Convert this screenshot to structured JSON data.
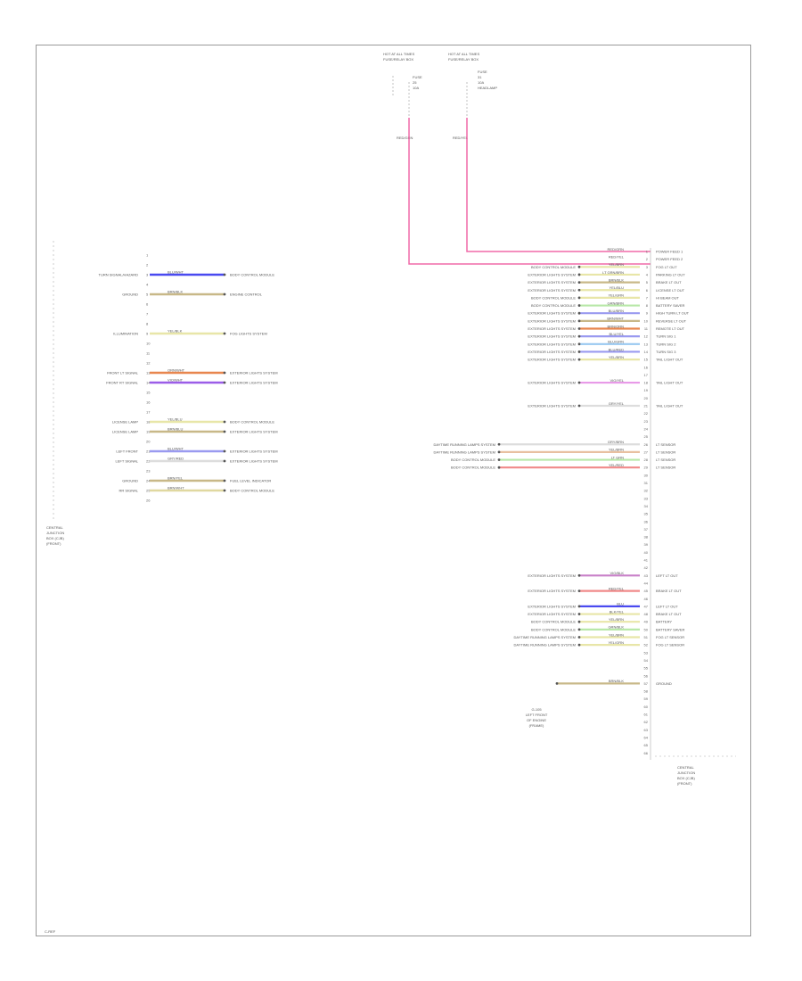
{
  "footer": {
    "code": "C-REF"
  },
  "top_block": {
    "left_header": "HOT AT ALL TIMES",
    "right_header": "HOT AT ALL TIMES",
    "left_sub": "FUSE/RELAY BOX",
    "right_sub": "FUSE/RELAY BOX",
    "left_lines": [
      "FUSE",
      "25",
      "10A"
    ],
    "right_lines": [
      "FUSE",
      "31",
      "10A",
      "HEADLAMP"
    ],
    "left_wire": "RED/GRN",
    "right_wire": "RED/YEL"
  },
  "left_connector": {
    "caption": [
      "CENTRAL",
      "JUNCTION",
      "BOX (CJB)",
      "(FRONT)"
    ],
    "pins": [
      "1",
      "2",
      "3",
      "4",
      "5",
      "6",
      "7",
      "8",
      "9",
      "10",
      "11",
      "12",
      "13",
      "14",
      "15",
      "16",
      "17",
      "18",
      "19",
      "20",
      "21",
      "22",
      "23",
      "24",
      "25",
      "26"
    ],
    "circuits": [
      {
        "pin": "3",
        "left": "TURN SIGNAL/HAZARD",
        "wire": "BLU/WHT",
        "color": "#4a4af0",
        "right": "BODY CONTROL MODULE"
      },
      {
        "pin": "5",
        "left": "GROUND",
        "wire": "BRN/BLK",
        "color": "#c8b888",
        "right": "ENGINE CONTROL"
      },
      {
        "pin": "9",
        "left": "ILLUMINATION",
        "wire": "YEL/BLK",
        "color": "#e8e6a8",
        "right": "FOG LIGHTS SYSTEM"
      },
      {
        "pin": "13",
        "left": "FRONT LT SIGNAL",
        "wire": "ORN/WHT",
        "color": "#e8864e",
        "right": "EXTERIOR LIGHTS SYSTEM"
      },
      {
        "pin": "14",
        "left": "FRONT RT SIGNAL",
        "wire": "VIO/WHT",
        "color": "#9b5de8",
        "right": "EXTERIOR LIGHTS SYSTEM"
      },
      {
        "pin": "18",
        "left": "LICENSE LAMP",
        "wire": "YEL/BLU",
        "color": "#e8e6a8",
        "right": "BODY CONTROL MODULE"
      },
      {
        "pin": "19",
        "left": "LICENSE LAMP",
        "wire": "BRN/BLU",
        "color": "#c8b888",
        "right": "EXTERIOR LIGHTS SYSTEM"
      },
      {
        "pin": "21",
        "left": "LEFT FRONT",
        "wire": "BLU/WHT",
        "color": "#9a9af0",
        "right": "EXTERIOR LIGHTS SYSTEM"
      },
      {
        "pin": "22",
        "left": "LEFT SIGNAL",
        "wire": "GRY/RED",
        "color": "#dddddd",
        "right": "EXTERIOR LIGHTS SYSTEM"
      },
      {
        "pin": "24",
        "left": "GROUND",
        "wire": "BRN/YEL",
        "color": "#c8b888",
        "right": "FUEL LEVEL INDICATOR"
      },
      {
        "pin": "25",
        "left": "RR SIGNAL",
        "wire": "BRN/WHT",
        "color": "#e0d8a0",
        "right": "BODY CONTROL MODULE"
      }
    ]
  },
  "right_connector": {
    "caption": [
      "CENTRAL",
      "JUNCTION",
      "BOX (CJB)",
      "(FRONT)"
    ],
    "pins": [
      "1",
      "2",
      "3",
      "4",
      "5",
      "6",
      "7",
      "8",
      "9",
      "10",
      "11",
      "12",
      "13",
      "14",
      "15",
      "16",
      "17",
      "18",
      "19",
      "20",
      "21",
      "22",
      "23",
      "24",
      "25",
      "26",
      "27",
      "28",
      "29",
      "30",
      "31",
      "32",
      "33",
      "34",
      "35",
      "36",
      "37",
      "38",
      "39",
      "40",
      "41",
      "42",
      "43",
      "44",
      "45",
      "46",
      "47",
      "48",
      "49",
      "50",
      "51",
      "52",
      "53",
      "54",
      "55",
      "56",
      "57",
      "58",
      "59",
      "60",
      "61",
      "62",
      "63",
      "64",
      "65",
      "66"
    ],
    "circuits": [
      {
        "pin": "1",
        "left": "",
        "wire": "RED/GRN",
        "color": "#f06aa8",
        "right": "POWER FEED 1"
      },
      {
        "pin": "2",
        "left": "",
        "wire": "RED/YEL",
        "color": "#f06aa8",
        "right": "POWER FEED 2"
      },
      {
        "pin": "3",
        "left": "BODY CONTROL MODULE",
        "wire": "YEL/BRN",
        "color": "#e8e6a8",
        "right": "FOG LT OUT"
      },
      {
        "pin": "4",
        "left": "EXTERIOR LIGHTS SYSTEM",
        "wire": "LT GRN/BRN",
        "color": "#e8e6a8",
        "right": "PARKING LT OUT"
      },
      {
        "pin": "5",
        "left": "EXTERIOR LIGHTS SYSTEM",
        "wire": "BRN/BLK",
        "color": "#c8b888",
        "right": "BRAKE LT OUT"
      },
      {
        "pin": "6",
        "left": "EXTERIOR LIGHTS SYSTEM",
        "wire": "YEL/BLU",
        "color": "#e8e6a8",
        "right": "LICENSE LT OUT"
      },
      {
        "pin": "7",
        "left": "BODY CONTROL MODULE",
        "wire": "YEL/GRN",
        "color": "#e8e6a8",
        "right": "HI BEAM OUT"
      },
      {
        "pin": "8",
        "left": "BODY CONTROL MODULE",
        "wire": "GRN/BRN",
        "color": "#b8e8a8",
        "right": "BATTERY SAVER"
      },
      {
        "pin": "9",
        "left": "EXTERIOR LIGHTS SYSTEM",
        "wire": "BLU/BRN",
        "color": "#9a9af0",
        "right": "HIGH TURN LT OUT"
      },
      {
        "pin": "10",
        "left": "EXTERIOR LIGHTS SYSTEM",
        "wire": "BRN/WHT",
        "color": "#c8b888",
        "right": "REVERSE LT OUT"
      },
      {
        "pin": "11",
        "left": "EXTERIOR LIGHTS SYSTEM",
        "wire": "BRN/ORN",
        "color": "#e8864e",
        "right": "REMOTE LT OUT"
      },
      {
        "pin": "12",
        "left": "EXTERIOR LIGHTS SYSTEM",
        "wire": "BLU/YEL",
        "color": "#9a9af0",
        "right": "TURN SIG 1"
      },
      {
        "pin": "13",
        "left": "EXTERIOR LIGHTS SYSTEM",
        "wire": "BLU/GRN",
        "color": "#9ac8f0",
        "right": "TURN SIG 2"
      },
      {
        "pin": "14",
        "left": "EXTERIOR LIGHTS SYSTEM",
        "wire": "BLU/RED",
        "color": "#9a9af0",
        "right": "TURN SIG 3"
      },
      {
        "pin": "15",
        "left": "EXTERIOR LIGHTS SYSTEM",
        "wire": "YEL/BRN",
        "color": "#e8e6a8",
        "right": "TAIL LIGHT OUT"
      },
      {
        "pin": "18",
        "left": "EXTERIOR LIGHTS SYSTEM",
        "wire": "VIO/YEL",
        "color": "#e89ae8",
        "right": "TAIL LIGHT OUT"
      },
      {
        "pin": "21",
        "left": "EXTERIOR LIGHTS SYSTEM",
        "wire": "GRY/YEL",
        "color": "#dddddd",
        "right": "TAIL LIGHT OUT"
      },
      {
        "pin": "26",
        "left": "DAYTIME RUNNING LAMPS SYSTEM",
        "wire": "GRY/BRN",
        "color": "#dddddd",
        "right": "LT SENSOR"
      },
      {
        "pin": "27",
        "left": "DAYTIME RUNNING LAMPS SYSTEM",
        "wire": "YEL/BRN",
        "color": "#e8c0a0",
        "right": "LT SENSOR"
      },
      {
        "pin": "28",
        "left": "BODY CONTROL MODULE",
        "wire": "LT GRN",
        "color": "#b8e8a8",
        "right": "LT SENSOR"
      },
      {
        "pin": "29",
        "left": "BODY CONTROL MODULE",
        "wire": "YEL/RED",
        "color": "#f08a8a",
        "right": "LT SENSOR"
      },
      {
        "pin": "43",
        "left": "EXTERIOR LIGHTS SYSTEM",
        "wire": "VIO/BLK",
        "color": "#c880c8",
        "right": "LEFT LT OUT"
      },
      {
        "pin": "45",
        "left": "EXTERIOR LIGHTS SYSTEM",
        "wire": "RED/YEL",
        "color": "#f08a8a",
        "right": "BRAKE LT OUT"
      },
      {
        "pin": "47",
        "left": "EXTERIOR LIGHTS SYSTEM",
        "wire": "BLU",
        "color": "#4a4af0",
        "right": "LEFT LT OUT"
      },
      {
        "pin": "48",
        "left": "EXTERIOR LIGHTS SYSTEM",
        "wire": "BLK/YEL",
        "color": "#e8e6a8",
        "right": "BRAKE LT OUT"
      },
      {
        "pin": "49",
        "left": "BODY CONTROL MODULE",
        "wire": "YEL/BRN",
        "color": "#e8e6a8",
        "right": "BATTERY"
      },
      {
        "pin": "50",
        "left": "BODY CONTROL MODULE",
        "wire": "GRN/BLK",
        "color": "#b8e8a8",
        "right": "BATTERY SAVER"
      },
      {
        "pin": "51",
        "left": "DAYTIME RUNNING LAMPS SYSTEM",
        "wire": "YEL/BRN",
        "color": "#e8e6a8",
        "right": "FOG LT SENSOR"
      },
      {
        "pin": "52",
        "left": "DAYTIME RUNNING LAMPS SYSTEM",
        "wire": "YEL/GRN",
        "color": "#e8e6a8",
        "right": "FOG LT SENSOR"
      },
      {
        "pin": "57",
        "left": "",
        "wire": "BRN/BLK",
        "color": "#c8b888",
        "right": "GROUND"
      }
    ],
    "ground_label": [
      "G-105",
      "LEFT FRONT",
      "OF ENGINE",
      "(FRAME)"
    ]
  }
}
